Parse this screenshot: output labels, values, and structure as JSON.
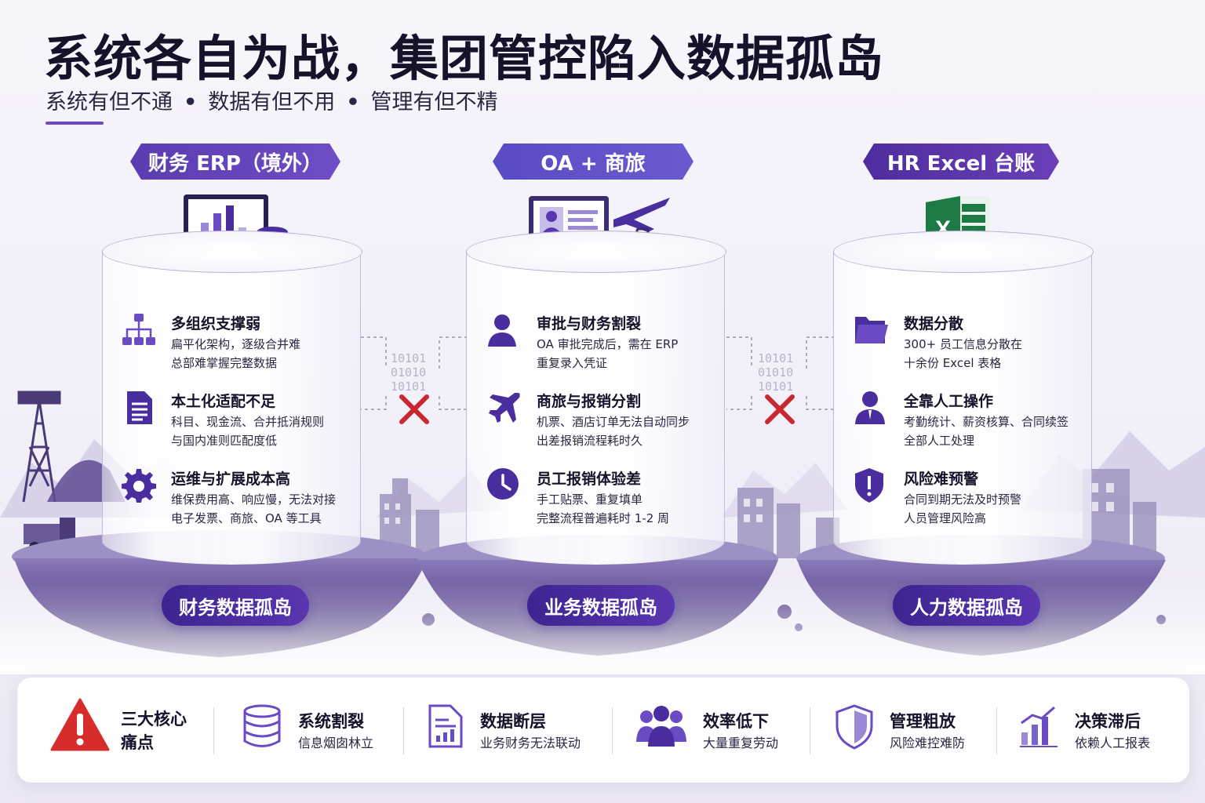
{
  "header": {
    "title": "系统各自为战，集团管控陷入数据孤岛",
    "subtitle_1": "系统有但不通",
    "subtitle_2": "数据有但不用",
    "subtitle_3": "管理有但不精",
    "subtitle_sep": "•"
  },
  "systems": [
    {
      "tag": "财务 ERP（境外）",
      "island": "财务数据孤岛",
      "items": [
        {
          "icon": "org-chart-icon",
          "title": "多组织支撑弱",
          "line1": "扁平化架构，逐级合并难",
          "line2": "总部难掌握完整数据"
        },
        {
          "icon": "document-icon",
          "title": "本土化适配不足",
          "line1": "科目、现金流、合并抵消规则",
          "line2": "与国内准则匹配度低"
        },
        {
          "icon": "gear-icon",
          "title": "运维与扩展成本高",
          "line1": "维保费用高、响应慢，无法对接",
          "line2": "电子发票、商旅、OA 等工具"
        }
      ]
    },
    {
      "tag": "OA + 商旅",
      "island": "业务数据孤岛",
      "items": [
        {
          "icon": "user-icon",
          "title": "审批与财务割裂",
          "line1": "OA 审批完成后，需在 ERP",
          "line2": "重复录入凭证"
        },
        {
          "icon": "airplane-icon",
          "title": "商旅与报销分割",
          "line1": "机票、酒店订单无法自动同步",
          "line2": "出差报销流程耗时久"
        },
        {
          "icon": "clock-icon",
          "title": "员工报销体验差",
          "line1": "手工贴票、重复填单",
          "line2": "完整流程普遍耗时 1-2 周"
        }
      ]
    },
    {
      "tag": "HR Excel 台账",
      "island": "人力数据孤岛",
      "items": [
        {
          "icon": "folder-icon",
          "title": "数据分散",
          "line1": "300+ 员工信息分散在",
          "line2": "十余份 Excel 表格"
        },
        {
          "icon": "person-icon",
          "title": "全靠人工操作",
          "line1": "考勤统计、薪资核算、合同续签",
          "line2": "全部人工处理"
        },
        {
          "icon": "shield-alert-icon",
          "title": "风险难预警",
          "line1": "合同到期无法及时预警",
          "line2": "人员管理风险高"
        }
      ]
    }
  ],
  "binary": {
    "line1": "10101",
    "line2": "01010",
    "line3": "10101"
  },
  "summary": {
    "core_line1": "三大核心",
    "core_line2": "痛点",
    "items": [
      {
        "icon": "database-icon",
        "title": "系统割裂",
        "desc": "信息烟囱林立"
      },
      {
        "icon": "report-icon",
        "title": "数据断层",
        "desc": "业务财务无法联动"
      },
      {
        "icon": "team-icon",
        "title": "效率低下",
        "desc": "大量重复劳动"
      },
      {
        "icon": "shield-icon",
        "title": "管理粗放",
        "desc": "风险难控难防"
      },
      {
        "icon": "bar-chart-icon",
        "title": "决策滞后",
        "desc": "依赖人工报表"
      }
    ]
  },
  "colors": {
    "accent": "#5a36b0",
    "danger": "#d62c2c",
    "excel": "#1e7a45"
  }
}
